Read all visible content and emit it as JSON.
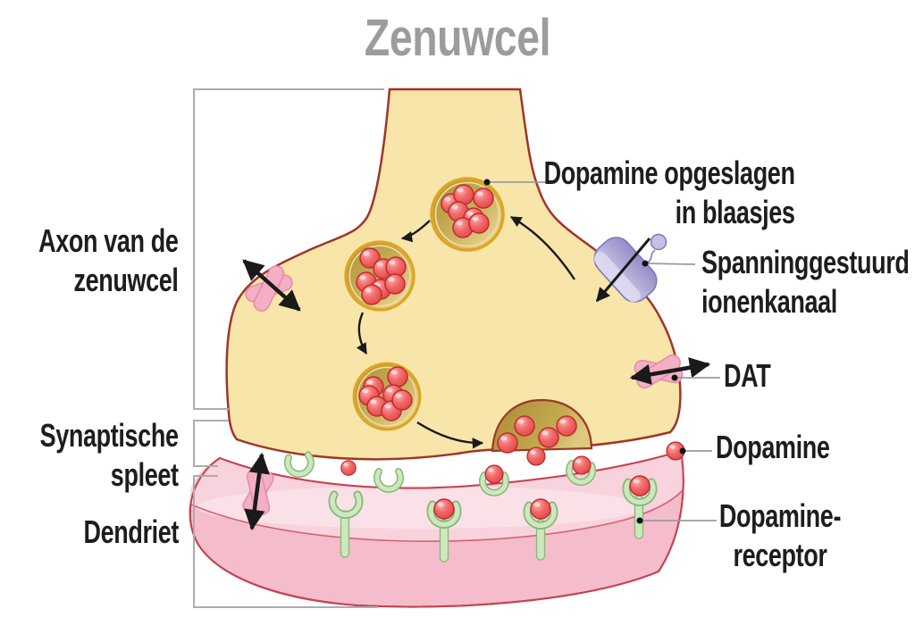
{
  "title": "Zenuwcel",
  "labels": {
    "axon": {
      "line1": "Axon van de",
      "line2": "zenuwcel"
    },
    "synaptic_cleft": {
      "line1": "Synaptische",
      "line2": "spleet"
    },
    "dendrite": "Dendriet",
    "vesicles": {
      "line1": "Dopamine opgeslagen",
      "line2": "in blaasjes"
    },
    "ion_channel": {
      "line1": "Spanninggestuurd",
      "line2": "ionenkanaal"
    },
    "dat": "DAT",
    "dopamine": "Dopamine",
    "receptor": {
      "line1": "Dopamine-",
      "line2": "receptor"
    }
  },
  "icons": {
    "vesicle": "vesicle-circle",
    "dopamine": "red-sphere",
    "receptor": "green-y-receptor",
    "transporter": "pink-membrane-transporter",
    "ion_channel": "lavender-channel-cylinder"
  },
  "colors": {
    "title-gray": "#9C9C9C",
    "text": "#1D1D1B",
    "cell-fill": "#F8E5A9",
    "membrane": "#A03529",
    "vesicle-ring": "#DFA520",
    "dopamine-red": "#EE5555",
    "dopamine-dark": "#BE2D2D",
    "dendrite-top": "#F8D3DD",
    "dendrite-front": "#F5BCCB",
    "dendrite-stroke": "#C8404E",
    "receptor-green": "#CDE7BF",
    "receptor-green-dark": "#86B877",
    "transporter-pink": "#F5AFC4",
    "transporter-stroke": "#E08CA8",
    "channel-lavender": "#B5AFD8",
    "channel-stroke": "#7F78BA",
    "line-gray": "#9B9B9B",
    "arrow-black": "#1A1A1A"
  }
}
